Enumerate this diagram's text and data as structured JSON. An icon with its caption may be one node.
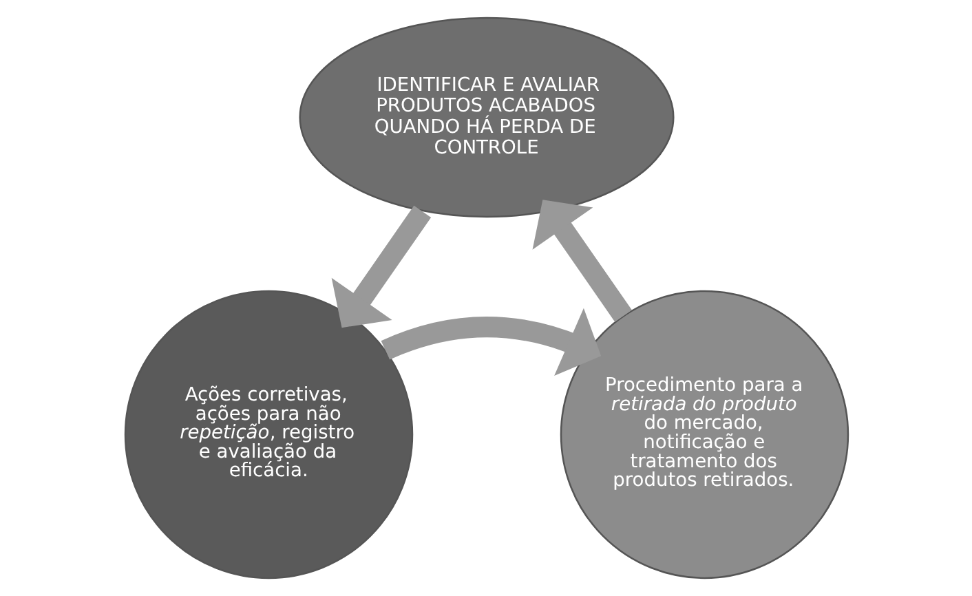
{
  "diagram": {
    "nodes": [
      {
        "text": [
          "IDENTIFICAR E AVALIAR PRODUTOS ACABADOS QUANDO HÁ PERDA DE CONTROLE"
        ]
      },
      {
        "text": [
          "Ações corretivas, ações para não *repetição*, registro e avaliação da eficácia."
        ]
      },
      {
        "text": [
          "Procedimento para a *retirada do produto* do mercado, notificação e tratamento dos produtos retirados."
        ]
      }
    ],
    "edges": [
      {
        "from": 0,
        "to": 1,
        "arrow": "to"
      },
      {
        "from": 1,
        "to": 2,
        "arrow": "to"
      },
      {
        "from": 2,
        "to": 0,
        "arrow": "to"
      }
    ]
  }
}
